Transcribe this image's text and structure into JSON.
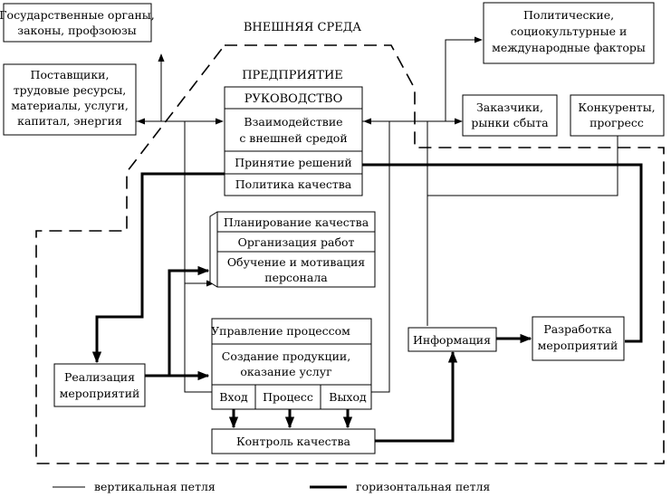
{
  "environment_label": "ВНЕШНЯЯ СРЕДА",
  "enterprise_label": "ПРЕДПРИЯТИЕ",
  "nodes": {
    "gov": [
      "Государственные органы,",
      "законы, профзоюзы"
    ],
    "suppliers": [
      "Поставщики,",
      "трудовые ресурсы,",
      "материалы, услуги,",
      "капитал, энергия"
    ],
    "political": [
      "Политические,",
      "социокультурные и",
      "международные факторы"
    ],
    "customers": [
      "Заказчики,",
      "рынки сбыта"
    ],
    "competitors": [
      "Конкуренты,",
      "прогресс"
    ],
    "management": {
      "title": "РУКОВОДСТВО",
      "rows": [
        [
          "Взаимодействие",
          "с внешней средой"
        ],
        [
          "Принятие решений"
        ],
        [
          "Политика качества"
        ]
      ]
    },
    "planning": {
      "rows": [
        [
          "Планирование качества"
        ],
        [
          "Организация работ"
        ],
        [
          "Обучение и мотивация",
          "персонала"
        ]
      ]
    },
    "process": {
      "title": "Управление процессом",
      "rows": [
        [
          "Создание продукции,",
          "оказание услуг"
        ]
      ],
      "cells": [
        "Вход",
        "Процесс",
        "Выход"
      ]
    },
    "realization": [
      "Реализация",
      "мероприятий"
    ],
    "information": [
      "Информация"
    ],
    "development": [
      "Разработка",
      "мероприятий"
    ],
    "quality_control": [
      "Контроль качества"
    ]
  },
  "legend": {
    "vertical": "вертикальная петля",
    "horizontal": "горизонтальная петля"
  }
}
